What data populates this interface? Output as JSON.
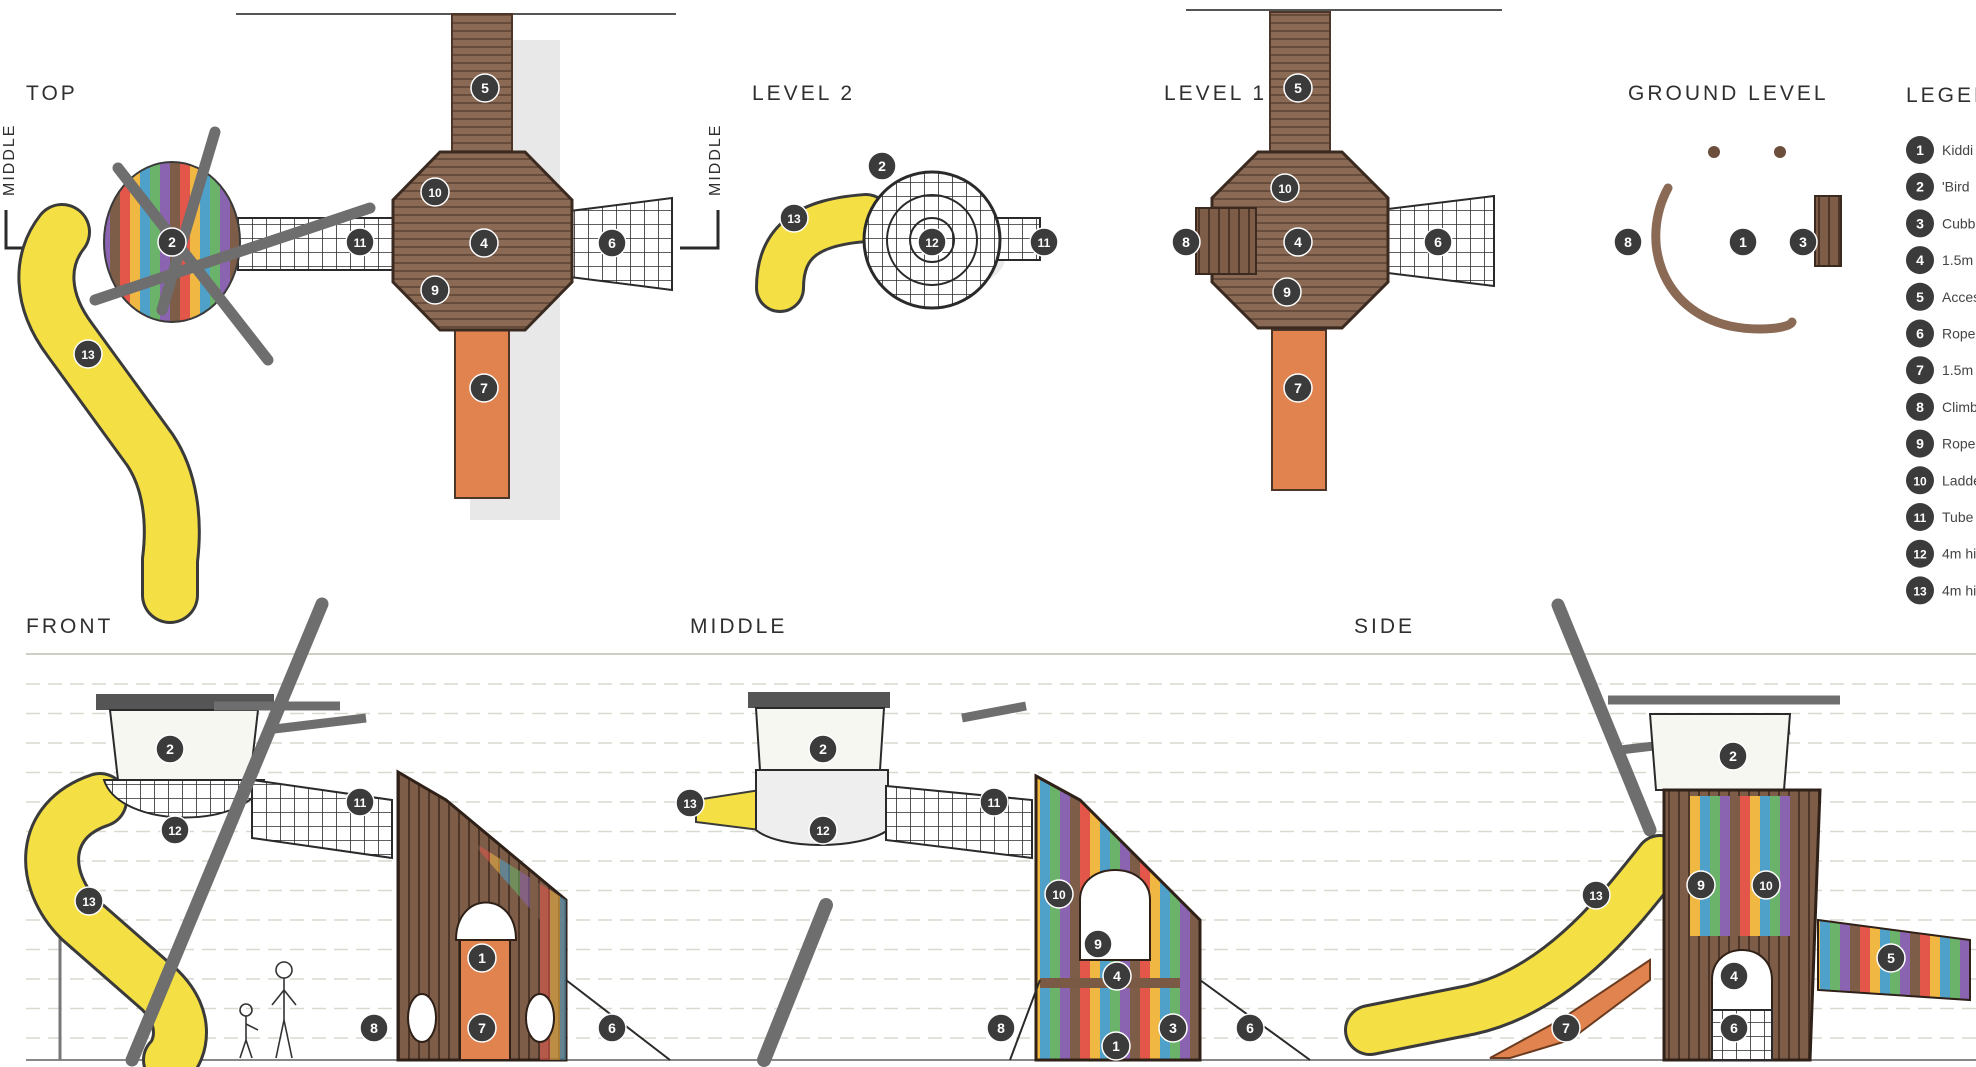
{
  "views": {
    "top": "TOP",
    "level2": "LEVEL 2",
    "level1": "LEVEL 1",
    "ground": "GROUND LEVEL",
    "front": "FRONT",
    "middle": "MIDDLE",
    "side": "SIDE"
  },
  "section_marker_left": "MIDDLE",
  "section_marker_right": "MIDDLE",
  "legend": {
    "title": "LEGEN",
    "items": [
      {
        "n": "1",
        "text": "Kiddi"
      },
      {
        "n": "2",
        "text": "'Bird"
      },
      {
        "n": "3",
        "text": "Cubb"
      },
      {
        "n": "4",
        "text": "1.5m"
      },
      {
        "n": "5",
        "text": "Acces"
      },
      {
        "n": "6",
        "text": "Rope"
      },
      {
        "n": "7",
        "text": "1.5m"
      },
      {
        "n": "8",
        "text": "Climb"
      },
      {
        "n": "9",
        "text": "Rope"
      },
      {
        "n": "10",
        "text": "Ladde"
      },
      {
        "n": "11",
        "text": "Tube"
      },
      {
        "n": "12",
        "text": "4m hi"
      },
      {
        "n": "13",
        "text": "4m hi"
      }
    ]
  },
  "colors": {
    "marker": "#3b3b3b",
    "timber": "#7a5a45",
    "slide_yellow": "#f4df45",
    "orange": "#e0834f",
    "net": "#2a2a2a",
    "pole": "#6e6e6e",
    "guide": "#d9d9cf"
  }
}
